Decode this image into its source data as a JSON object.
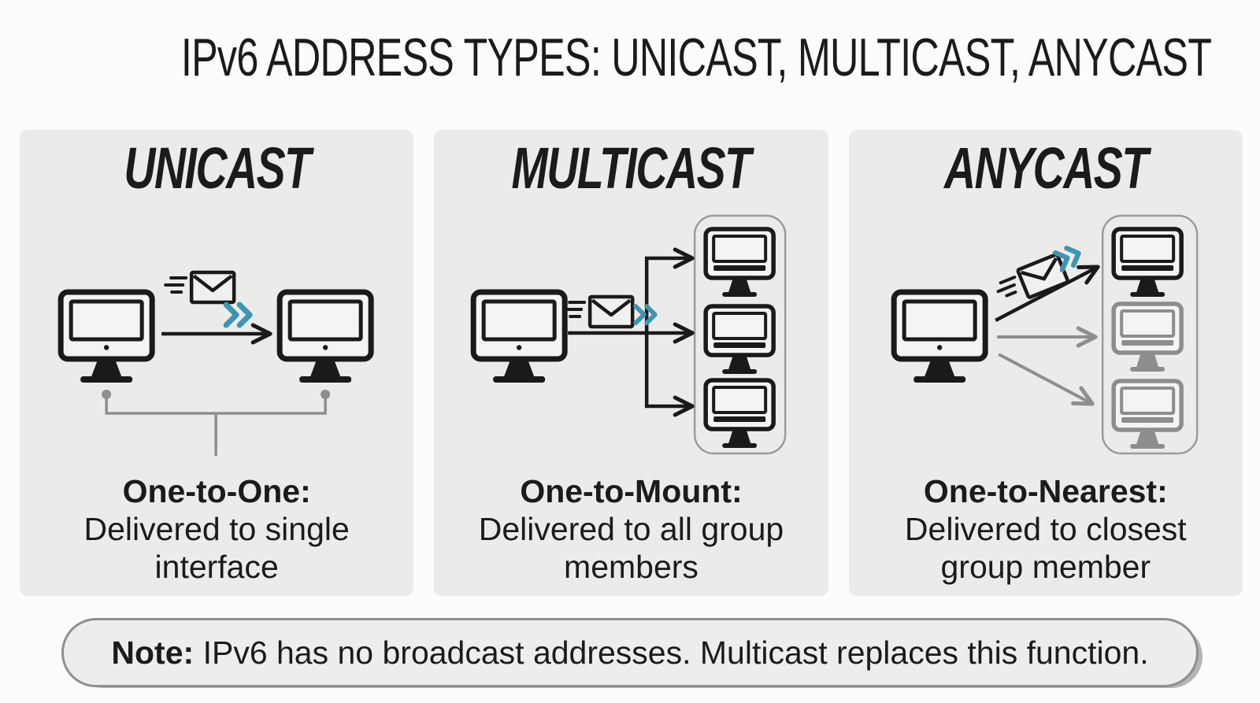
{
  "title": "IPv6 ADDRESS TYPES: UNICAST, MULTICAST, ANYCAST",
  "panels": [
    {
      "title": "UNICAST",
      "caption_bold": "One-to-One:",
      "caption_line1": "Delivered to single",
      "caption_line2": "interface"
    },
    {
      "title": "MULTICAST",
      "caption_bold": "One-to-Mount:",
      "caption_line1": "Delivered to all group",
      "caption_line2": "members"
    },
    {
      "title": "ANYCAST",
      "caption_bold": "One-to-Nearest:",
      "caption_line1": "Delivered to closest",
      "caption_line2": "group member"
    }
  ],
  "note": {
    "label": "Note:",
    "text": "IPv6 has no broadcast addresses. Multicast replaces this function."
  },
  "icons": {
    "computer_monitor": "computer-monitor-icon",
    "envelope": "envelope-icon",
    "speed_chevrons": "speed-chevrons-icon",
    "arrow": "transfer-arrow",
    "group_box": "group-box",
    "bracket": "bracket-connector"
  },
  "colors": {
    "page_bg": "#fcfcfa",
    "panel_bg": "#ebebe9",
    "ink": "#1a1a1a",
    "gray": "#8e8e8c",
    "accent_blue": "#3e95b2"
  }
}
